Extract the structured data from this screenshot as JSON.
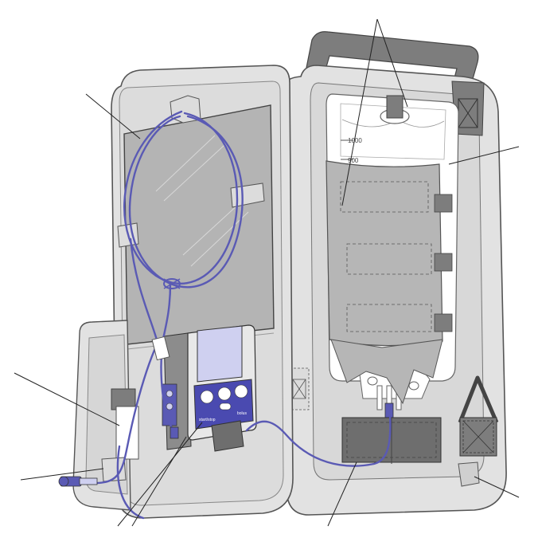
{
  "colors": {
    "bag_fill": "#e2e2e2",
    "bag_outline": "#555555",
    "mirror": "#b4b4b4",
    "tubing": "#5a5ab4",
    "strap": "#7d7d7d",
    "pump_screen": "#cfd0f0",
    "pump_keys": "#4a4ab0",
    "leader_line": "#222222"
  },
  "fluid_bag": {
    "scale_marks": [
      "1000",
      "900"
    ]
  },
  "pump": {
    "key_labels": [
      "start/stop",
      "bolus"
    ]
  },
  "icons": [
    "x-box-icon",
    "x-box-icon",
    "triangle-handle-icon",
    "screen-icon"
  ]
}
